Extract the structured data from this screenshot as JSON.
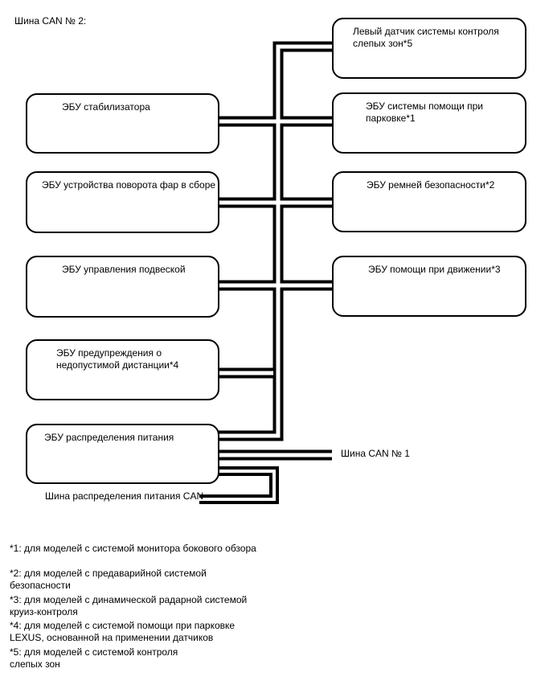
{
  "title": "Шина CAN № 2:",
  "colors": {
    "background": "#ffffff",
    "line": "#000000",
    "box_border": "#000000",
    "text": "#000000"
  },
  "diagram": {
    "left_nodes": [
      {
        "label": "ЭБУ стабилизатора"
      },
      {
        "label": "ЭБУ устройства поворота фар в сборе"
      },
      {
        "label": "ЭБУ управления подвеской"
      },
      {
        "label": "ЭБУ предупреждения о\nнедопустимой дистанции*4"
      },
      {
        "label": "ЭБУ распределения питания"
      }
    ],
    "right_nodes": [
      {
        "label": "Левый датчик системы контроля\nслепых зон*5"
      },
      {
        "label": "ЭБУ системы помощи при\nпарковке*1"
      },
      {
        "label": "ЭБУ ремней безопасности*2"
      },
      {
        "label": "ЭБУ помощи при движении*3"
      }
    ],
    "bus_labels": {
      "can1": "Шина CAN № 1",
      "power_can": "Шина распределения питания CAN"
    }
  },
  "footnotes": [
    "*1: для моделей с системой монитора бокового обзора",
    "*2: для моделей с предаварийной системой\nбезопасности",
    "*3: для моделей с динамической радарной системой\nкруиз-контроля",
    "*4: для моделей с системой помощи при парковке\nLEXUS, основанной на применении датчиков",
    "*5: для моделей с системой контроля\nслепых зон"
  ]
}
